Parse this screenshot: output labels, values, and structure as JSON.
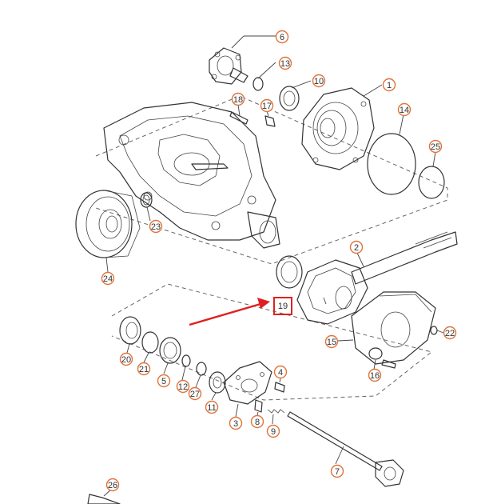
{
  "callouts": [
    {
      "id": "6",
      "label": "6"
    },
    {
      "id": "13",
      "label": "13"
    },
    {
      "id": "10",
      "label": "10"
    },
    {
      "id": "1",
      "label": "1"
    },
    {
      "id": "18",
      "label": "18"
    },
    {
      "id": "17",
      "label": "17"
    },
    {
      "id": "14",
      "label": "14"
    },
    {
      "id": "25",
      "label": "25"
    },
    {
      "id": "23",
      "label": "23"
    },
    {
      "id": "24",
      "label": "24"
    },
    {
      "id": "2",
      "label": "2"
    },
    {
      "id": "19",
      "label": "19"
    },
    {
      "id": "22",
      "label": "22"
    },
    {
      "id": "15",
      "label": "15"
    },
    {
      "id": "16",
      "label": "16"
    },
    {
      "id": "20",
      "label": "20"
    },
    {
      "id": "21",
      "label": "21"
    },
    {
      "id": "5",
      "label": "5"
    },
    {
      "id": "12",
      "label": "12"
    },
    {
      "id": "27",
      "label": "27"
    },
    {
      "id": "11",
      "label": "11"
    },
    {
      "id": "4",
      "label": "4"
    },
    {
      "id": "3",
      "label": "3"
    },
    {
      "id": "8",
      "label": "8"
    },
    {
      "id": "9",
      "label": "9"
    },
    {
      "id": "7",
      "label": "7"
    },
    {
      "id": "26",
      "label": "26"
    }
  ],
  "highlight": {
    "part": "19",
    "color": "#e02020"
  },
  "colors": {
    "callout_ring": "#e0733a",
    "line": "#333333",
    "arrow": "#e02020"
  }
}
